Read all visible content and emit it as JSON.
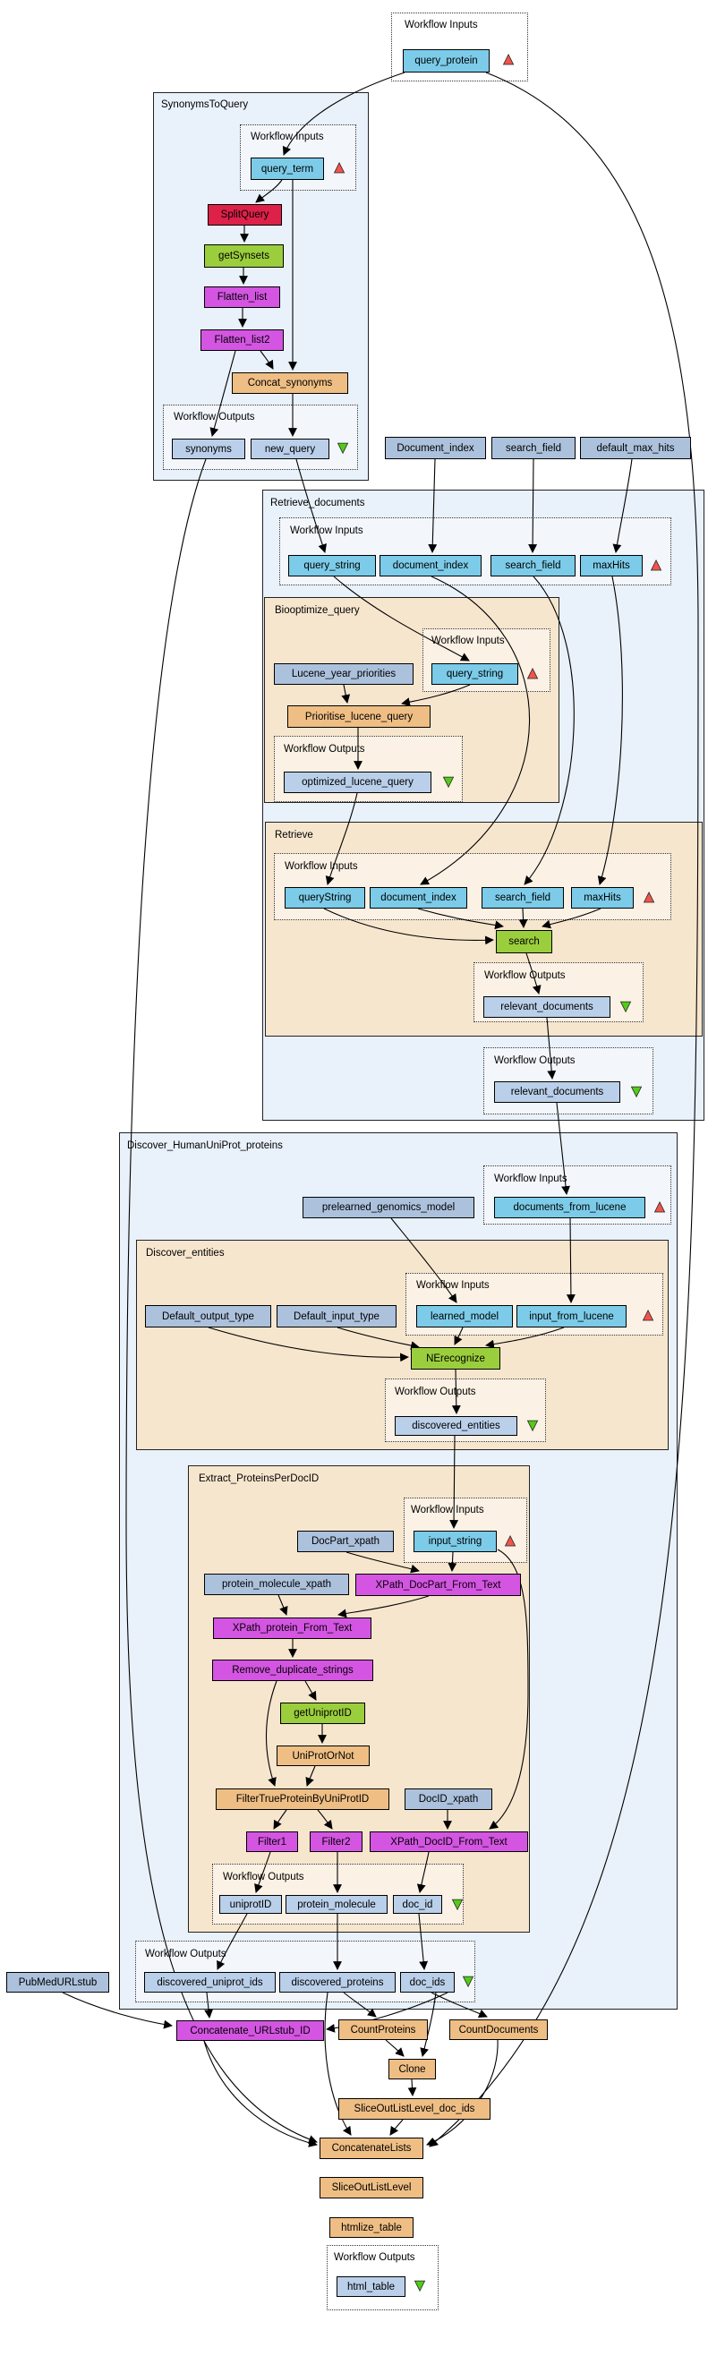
{
  "labels": {
    "workflow_inputs": "Workflow Inputs",
    "workflow_outputs": "Workflow Outputs"
  },
  "icons": {
    "input_triangle": "▲",
    "output_triangle": "▼"
  },
  "colors": {
    "input_port": "#7CCBE8",
    "output_port": "#BACFE9",
    "constant": "#ACC1DC",
    "service_green": "#9BCE3C",
    "service_red": "#DD2149",
    "service_magenta": "#D455E2",
    "service_beanshell": "#EFBE84",
    "container_blue": "#E9F1FA",
    "container_tan": "#F7E6CE",
    "input_triangle_color": "#F1544C",
    "output_triangle_color": "#54CB18"
  },
  "top": {
    "query_protein": "query_protein"
  },
  "syn": {
    "title": "SynonymsToQuery",
    "query_term": "query_term",
    "split_query": "SplitQuery",
    "get_synsets": "getSynsets",
    "flatten_list": "Flatten_list",
    "flatten_list2": "Flatten_list2",
    "concat_synonyms": "Concat_synonyms",
    "synonyms": "synonyms",
    "new_query": "new_query"
  },
  "consts": {
    "document_index": "Document_index",
    "search_field": "search_field",
    "default_max_hits": "default_max_hits",
    "pubmed_url_stub": "PubMedURLstub"
  },
  "rd": {
    "title": "Retrieve_documents",
    "query_string": "query_string",
    "document_index": "document_index",
    "search_field": "search_field",
    "max_hits": "maxHits",
    "relevant_documents": "relevant_documents",
    "bo": {
      "title": "Biooptimize_query",
      "lucene_year_priorities": "Lucene_year_priorities",
      "query_string": "query_string",
      "prioritise": "Prioritise_lucene_query",
      "optimized": "optimized_lucene_query"
    },
    "rt": {
      "title": "Retrieve",
      "query_string": "queryString",
      "document_index": "document_index",
      "search_field": "search_field",
      "max_hits": "maxHits",
      "search": "search",
      "relevant_documents": "relevant_documents"
    }
  },
  "disc": {
    "title": "Discover_HumanUniProt_proteins",
    "documents_from_lucene": "documents_from_lucene",
    "prelearned_genomics_model": "prelearned_genomics_model",
    "de": {
      "title": "Discover_entities",
      "default_output_type": "Default_output_type",
      "default_input_type": "Default_input_type",
      "learned_model": "learned_model",
      "input_from_lucene": "input_from_lucene",
      "nerecognize": "NErecognize",
      "discovered_entities": "discovered_entities"
    },
    "ex": {
      "title": "Extract_ProteinsPerDocID",
      "input_string": "input_string",
      "docpart_xpath": "DocPart_xpath",
      "protein_molecule_xpath": "protein_molecule_xpath",
      "xpath_docpart": "XPath_DocPart_From_Text",
      "xpath_protein": "XPath_protein_From_Text",
      "remove_duplicates": "Remove_duplicate_strings",
      "get_uniprot_id": "getUniprotID",
      "uniprot_or_not": "UniProtOrNot",
      "filter_true": "FilterTrueProteinByUniProtID",
      "docid_xpath": "DocID_xpath",
      "filter1": "Filter1",
      "filter2": "Filter2",
      "xpath_docid": "XPath_DocID_From_Text",
      "uniprot_id": "uniprotID",
      "protein_molecule": "protein_molecule",
      "doc_id": "doc_id"
    },
    "discovered_uniprot_ids": "discovered_uniprot_ids",
    "discovered_proteins": "discovered_proteins",
    "doc_ids": "doc_ids"
  },
  "bottom": {
    "concatenate_urlstub_id": "Concatenate_URLstub_ID",
    "count_proteins": "CountProteins",
    "count_documents": "CountDocuments",
    "clone": "Clone",
    "slice_doc_ids": "SliceOutListLevel_doc_ids",
    "concatenate_lists": "ConcatenateLists",
    "slice_out_list_level": "SliceOutListLevel",
    "htmlize_table": "htmlize_table",
    "html_table": "html_table"
  }
}
